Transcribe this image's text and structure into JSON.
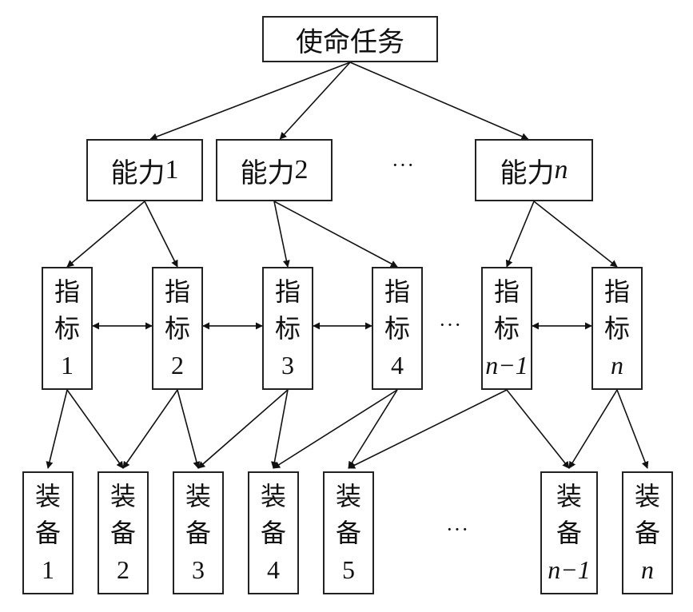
{
  "mission": {
    "label": "使命任务"
  },
  "capabilities": [
    {
      "prefix": "能力",
      "suffix": "1",
      "italic": false
    },
    {
      "prefix": "能力",
      "suffix": "2",
      "italic": false
    },
    {
      "prefix": "能力",
      "suffix": "n",
      "italic": true
    }
  ],
  "indicators": [
    {
      "char1": "指",
      "char2": "标",
      "num": "1",
      "italic": false
    },
    {
      "char1": "指",
      "char2": "标",
      "num": "2",
      "italic": false
    },
    {
      "char1": "指",
      "char2": "标",
      "num": "3",
      "italic": false
    },
    {
      "char1": "指",
      "char2": "标",
      "num": "4",
      "italic": false
    },
    {
      "char1": "指",
      "char2": "标",
      "num": "n−1",
      "italic": true
    },
    {
      "char1": "指",
      "char2": "标",
      "num": "n",
      "italic": true
    }
  ],
  "equipment": [
    {
      "char1": "装",
      "char2": "备",
      "num": "1",
      "italic": false
    },
    {
      "char1": "装",
      "char2": "备",
      "num": "2",
      "italic": false
    },
    {
      "char1": "装",
      "char2": "备",
      "num": "3",
      "italic": false
    },
    {
      "char1": "装",
      "char2": "备",
      "num": "4",
      "italic": false
    },
    {
      "char1": "装",
      "char2": "备",
      "num": "5",
      "italic": false
    },
    {
      "char1": "装",
      "char2": "备",
      "num": "n−1",
      "italic": true
    },
    {
      "char1": "装",
      "char2": "备",
      "num": "n",
      "italic": true
    }
  ],
  "ellipsis": {
    "capabilities": "···",
    "indicators": "···",
    "equipment": "···"
  },
  "edges": {
    "mission_to_capability": [
      0,
      1,
      2
    ],
    "capability_to_indicator": [
      [
        0,
        0
      ],
      [
        0,
        1
      ],
      [
        1,
        2
      ],
      [
        1,
        3
      ],
      [
        2,
        4
      ],
      [
        2,
        5
      ]
    ],
    "indicator_links": [
      [
        0,
        1
      ],
      [
        1,
        2
      ],
      [
        2,
        3
      ],
      [
        4,
        5
      ]
    ],
    "indicator_to_equipment": [
      [
        0,
        0
      ],
      [
        0,
        1
      ],
      [
        1,
        1
      ],
      [
        1,
        2
      ],
      [
        2,
        2
      ],
      [
        2,
        3
      ],
      [
        3,
        3
      ],
      [
        3,
        4
      ],
      [
        4,
        4
      ],
      [
        4,
        5
      ],
      [
        5,
        5
      ],
      [
        5,
        6
      ]
    ]
  },
  "colors": {
    "line": "#111111",
    "box_border": "#222222",
    "background": "#ffffff"
  }
}
